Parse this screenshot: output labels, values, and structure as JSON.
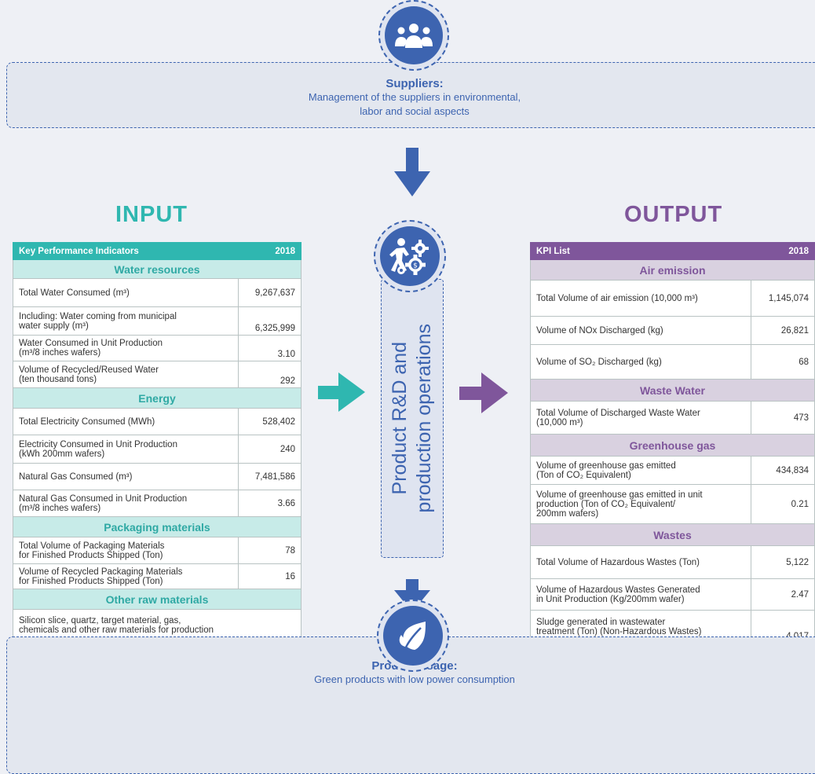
{
  "suppliers": {
    "title": "Suppliers:",
    "line1": "Management of the suppliers in environmental,",
    "line2": "labor and social aspects"
  },
  "input": {
    "heading": "INPUT",
    "header": {
      "label": "Key Performance Indicators",
      "year": "2018"
    },
    "sections": {
      "water": {
        "title": "Water resources",
        "rows": [
          {
            "l1": "Total Water Consumed (m³)",
            "l2": "",
            "value": "9,267,637"
          },
          {
            "l1": "Including: Water coming from municipal",
            "l2": "water supply (m³)",
            "value": "6,325,999"
          },
          {
            "l1": "Water Consumed in Unit Production",
            "l2": "(m³/8 inches wafers)",
            "value": "3.10"
          },
          {
            "l1": "Volume of Recycled/Reused Water",
            "l2": "(ten thousand tons)",
            "value": "292"
          }
        ]
      },
      "energy": {
        "title": "Energy",
        "rows": [
          {
            "l1": "Total Electricity Consumed (MWh)",
            "l2": "",
            "value": "528,402"
          },
          {
            "l1": "Electricity Consumed in Unit Production",
            "l2": "(kWh 200mm wafers)",
            "value": "240"
          },
          {
            "l1": "Natural Gas Consumed (m³)",
            "l2": "",
            "value": "7,481,586"
          },
          {
            "l1": "Natural Gas Consumed in Unit Production",
            "l2": "(m³/8 inches wafers)",
            "value": "3.66"
          }
        ]
      },
      "packaging": {
        "title": "Packaging materials",
        "rows": [
          {
            "l1": "Total Volume of Packaging Materials",
            "l2": "for Finished Products Shipped (Ton)",
            "value": "78"
          },
          {
            "l1": "Volume of Recycled Packaging Materials",
            "l2": "for Finished Products Shipped (Ton)",
            "value": "16"
          }
        ]
      },
      "other": {
        "title": "Other raw materials",
        "l1": "Silicon slice, quartz, target material, gas,",
        "l2": "chemicals and other raw materials for production"
      }
    }
  },
  "center": {
    "line1": "Product R&D and",
    "line2": "production operations"
  },
  "output": {
    "heading": "OUTPUT",
    "header": {
      "label": "KPI List",
      "year": "2018"
    },
    "sections": {
      "air": {
        "title": "Air emission",
        "rows": [
          {
            "l1": "Total Volume of air emission (10,000 m³)",
            "l2": "",
            "l3": "",
            "value": "1,145,074"
          },
          {
            "l1": "Volume of NOx Discharged (kg)",
            "l2": "",
            "l3": "",
            "value": "26,821"
          },
          {
            "l1": "Volume of SO₂ Discharged (kg)",
            "l2": "",
            "l3": "",
            "value": "68"
          }
        ]
      },
      "water": {
        "title": "Waste Water",
        "rows": [
          {
            "l1": "Total Volume of Discharged Waste Water",
            "l2": "(10,000 m³)",
            "l3": "",
            "value": "473"
          }
        ]
      },
      "ghg": {
        "title": "Greenhouse gas",
        "rows": [
          {
            "l1": "Volume of greenhouse gas emitted",
            "l2": "(Ton of CO₂ Equivalent)",
            "l3": "",
            "value": "434,834"
          },
          {
            "l1": "Volume of greenhouse gas emitted in unit",
            "l2": "production (Ton of CO₂ Equivalent/",
            "l3": "200mm wafers)",
            "value": "0.21"
          }
        ]
      },
      "wastes": {
        "title": "Wastes",
        "rows": [
          {
            "l1": "Total Volume of Hazardous Wastes (Ton)",
            "l2": "",
            "l3": "",
            "value": "5,122"
          },
          {
            "l1": "Volume of Hazardous Wastes Generated",
            "l2": "in Unit Production (Kg/200mm wafer)",
            "l3": "",
            "value": "2.47"
          },
          {
            "l1": "Sludge generated in wastewater",
            "l2": "treatment (Ton) (Non-Hazardous Wastes)",
            "l3": "",
            "value": "4,017"
          }
        ]
      }
    }
  },
  "usage": {
    "title": "Product usage:",
    "text": "Green products with low power consumption"
  },
  "icons": {
    "suppliers": "people-group-icon",
    "rnd": "person-gears-icon",
    "usage": "leaf-icon"
  },
  "colors": {
    "blue": "#3d64b0",
    "teal": "#2fb7b0",
    "purple": "#7f569b",
    "teal_light": "#c7ebe8",
    "purple_light": "#d9d1e0"
  }
}
